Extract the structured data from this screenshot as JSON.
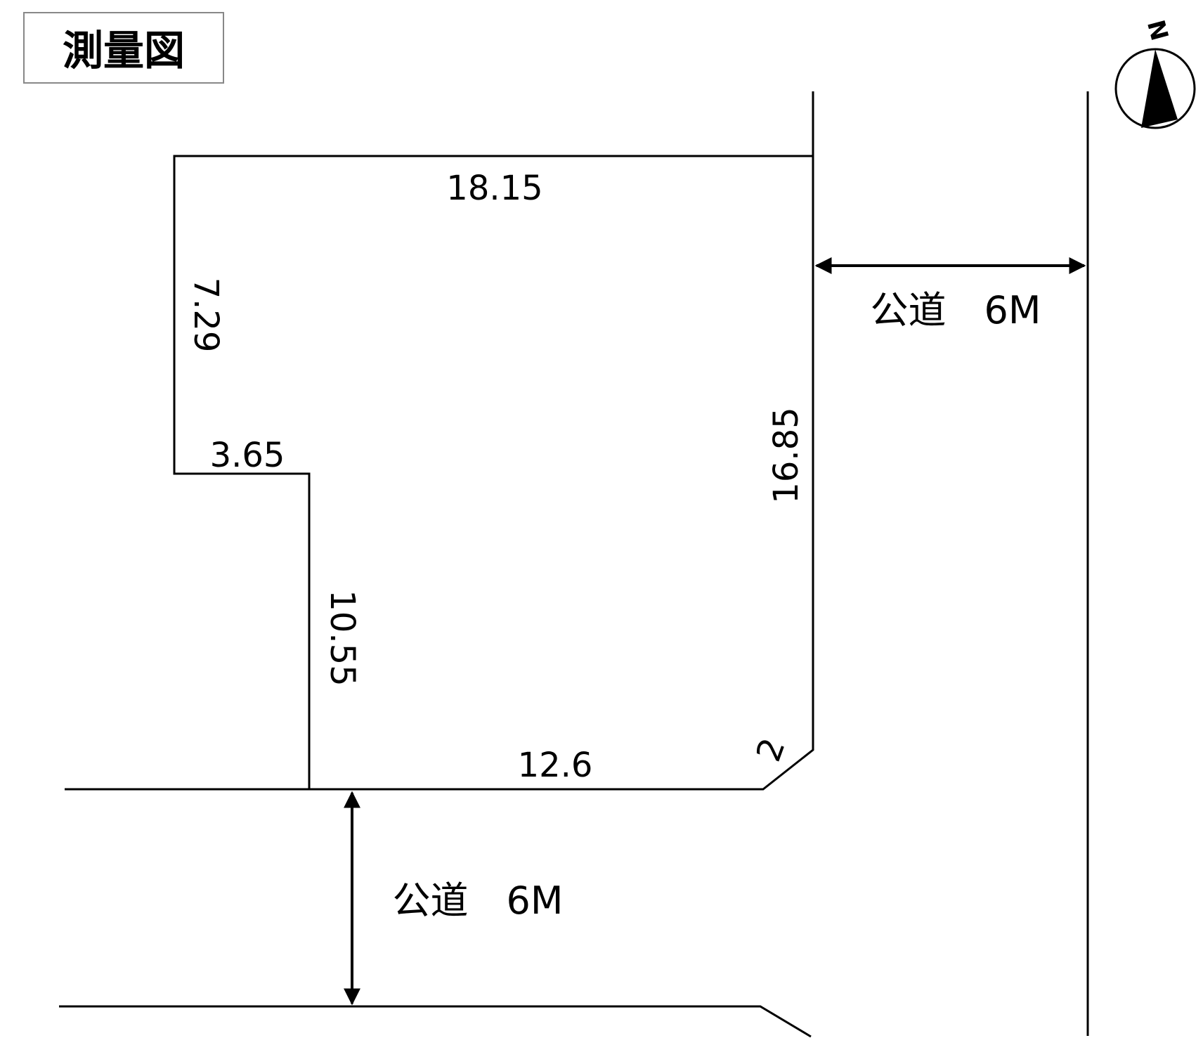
{
  "title": "測量図",
  "compass": {
    "label": "N",
    "icon": "north-arrow-icon"
  },
  "dimensions": {
    "top": "18.15",
    "left_upper": "7.29",
    "notch_step": "3.65",
    "left_lower": "10.55",
    "bottom": "12.6",
    "corner_cut": "2",
    "right": "16.85"
  },
  "roads": {
    "east": "公道　6M",
    "south": "公道　6M"
  }
}
